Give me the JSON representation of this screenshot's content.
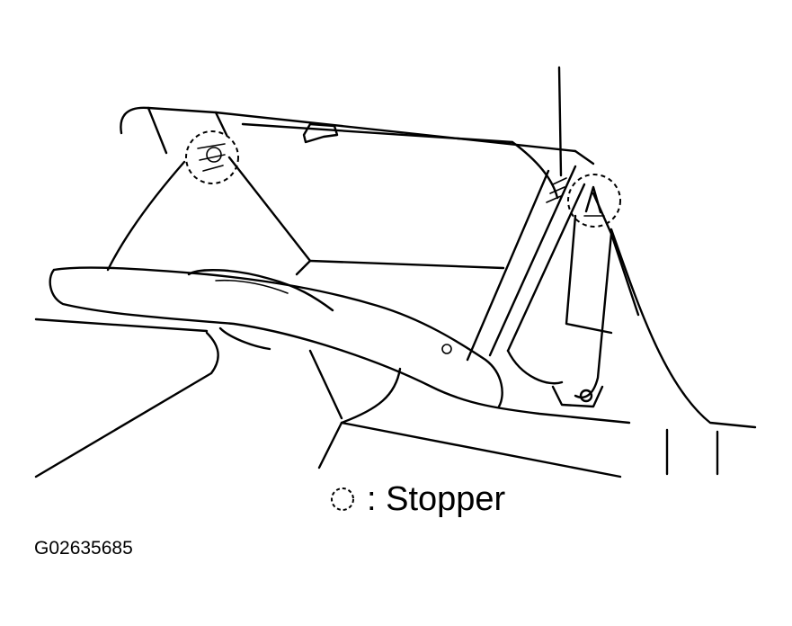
{
  "legend": {
    "label": ": Stopper",
    "symbol": "dashed-circle"
  },
  "figure_code": "G02635685"
}
